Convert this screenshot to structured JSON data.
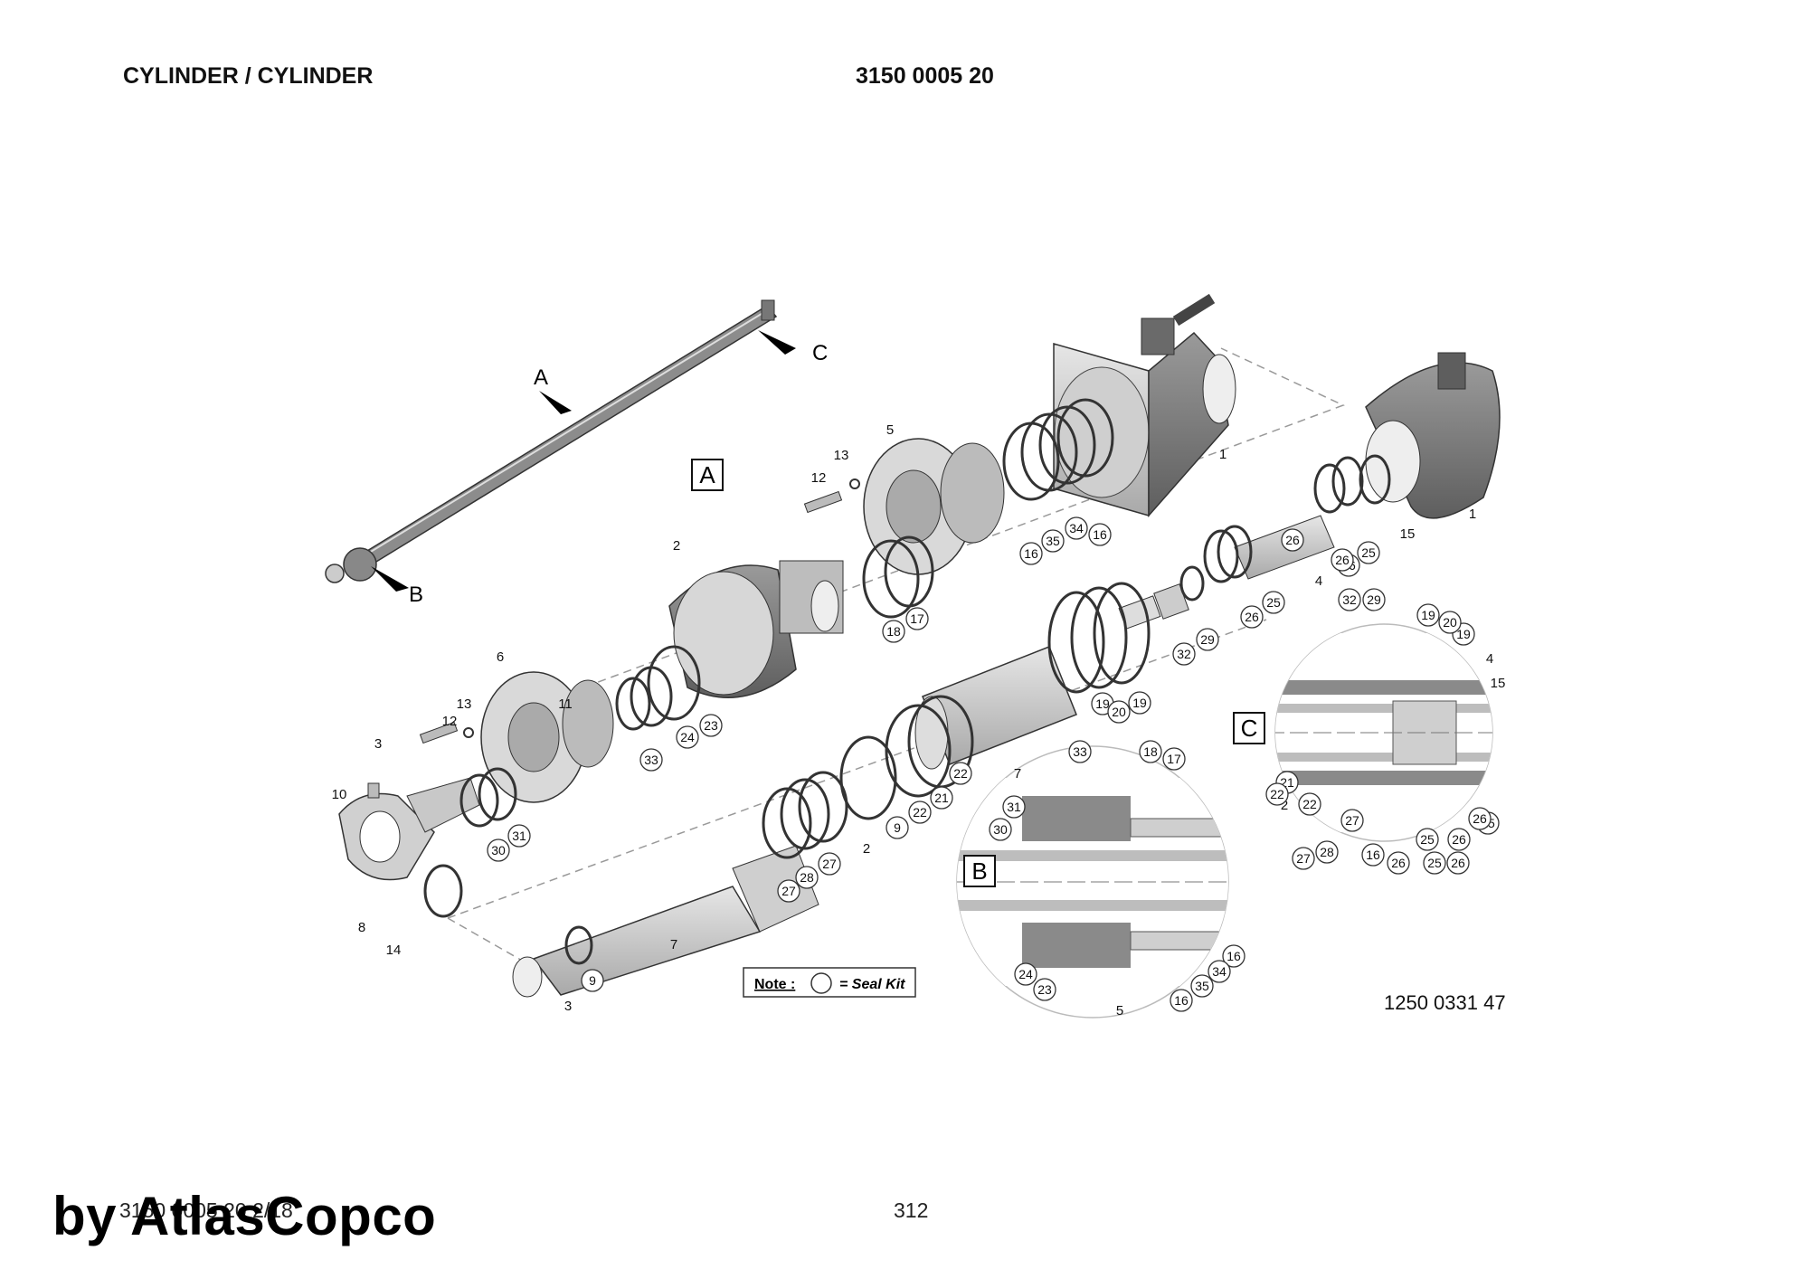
{
  "header": {
    "title": "CYLINDER / CYLINDER",
    "doc_number": "3150 0005 20"
  },
  "drawing_number": "1250 0331 47",
  "footer": {
    "code": "3150 0005 20 2/18",
    "page": "312"
  },
  "watermark": "by AtlasCopco",
  "note": {
    "label": "Note :",
    "text": "= Seal Kit"
  },
  "detail_boxes": [
    "A",
    "B",
    "C"
  ],
  "arrow_labels": [
    "A",
    "B",
    "C"
  ],
  "callouts": [
    "1",
    "1",
    "2",
    "2",
    "2",
    "3",
    "3",
    "4",
    "4",
    "5",
    "5",
    "6",
    "7",
    "7",
    "8",
    "10",
    "11",
    "12",
    "12",
    "13",
    "13",
    "14",
    "15",
    "15",
    "9",
    "9",
    "16",
    "16",
    "16",
    "16",
    "16",
    "17",
    "17",
    "18",
    "18",
    "19",
    "19",
    "19",
    "19",
    "20",
    "20",
    "21",
    "21",
    "22",
    "22",
    "22",
    "22",
    "23",
    "23",
    "24",
    "24",
    "25",
    "25",
    "25",
    "25",
    "25",
    "26",
    "26",
    "26",
    "26",
    "26",
    "26",
    "26",
    "26",
    "27",
    "27",
    "27",
    "27",
    "28",
    "28",
    "29",
    "29",
    "30",
    "30",
    "31",
    "31",
    "32",
    "32",
    "33",
    "33",
    "34",
    "34",
    "35",
    "35"
  ]
}
